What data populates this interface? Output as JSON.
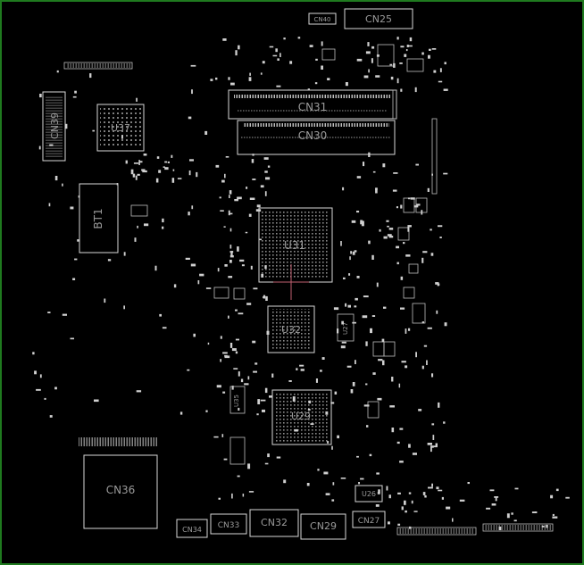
{
  "board": {
    "colors": {
      "background": "#000000",
      "frame": "#1f7a1f",
      "component_outline": "#d8d8d8",
      "label": "#9a9a9a",
      "marker": "#c06070",
      "accent": "#4fb3b3"
    },
    "labels": {
      "cn25": "CN25",
      "cn40": "CN40",
      "cn31": "CN31",
      "cn30": "CN30",
      "cn39": "CN39",
      "u37": "U37",
      "bt1": "BT1",
      "u31": "U31",
      "u32": "U32",
      "u27": "U27",
      "u29": "U29",
      "u35": "U35",
      "cn36": "CN36",
      "cn34": "CN34",
      "cn33": "CN33",
      "cn32": "CN32",
      "cn29": "CN29",
      "cn27": "CN27",
      "u26": "U26"
    }
  }
}
